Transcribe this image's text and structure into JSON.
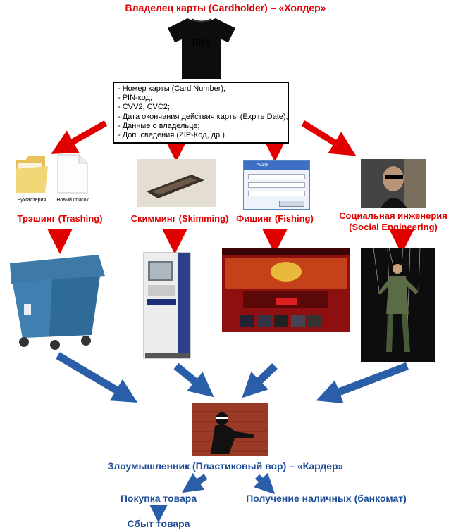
{
  "cardholder": {
    "title": "Владелец карты (Cardholder) – «Холдер»",
    "shirt_text": "ЛОХ"
  },
  "card_data_box": {
    "items": [
      "- Номер карты (Card Number);",
      "- PIN-код;",
      "- CVV2, CVC2;",
      "- Дата окончания действия карты (Expire Date);",
      "- Данные о владельце;",
      "- Доп. сведения (ZIP-Код, др.)"
    ]
  },
  "methods": {
    "trashing": {
      "label": "Трэшинг (Trashing)",
      "file1": "Бухгалтерия",
      "file2": "Новый список"
    },
    "skimming": {
      "label": "Скимминг (Skimming)"
    },
    "phishing": {
      "label": "Фишинг (Fishing)",
      "dialog_title": "Avanti"
    },
    "social": {
      "label_line1": "Социальная инженерия",
      "label_line2": "(Social Engineering)"
    }
  },
  "carder": {
    "label": "Злоумышленник (Пластиковый вор) – «Кардер»"
  },
  "outcomes": {
    "purchase": "Покупка товара",
    "cash": "Получение наличных (банкомат)",
    "sale": "Сбыт товара"
  },
  "colors": {
    "red_arrow": "#e00000",
    "blue_arrow": "#2a5ea8",
    "label_red": "#e00000",
    "label_blue": "#1f4e99"
  }
}
